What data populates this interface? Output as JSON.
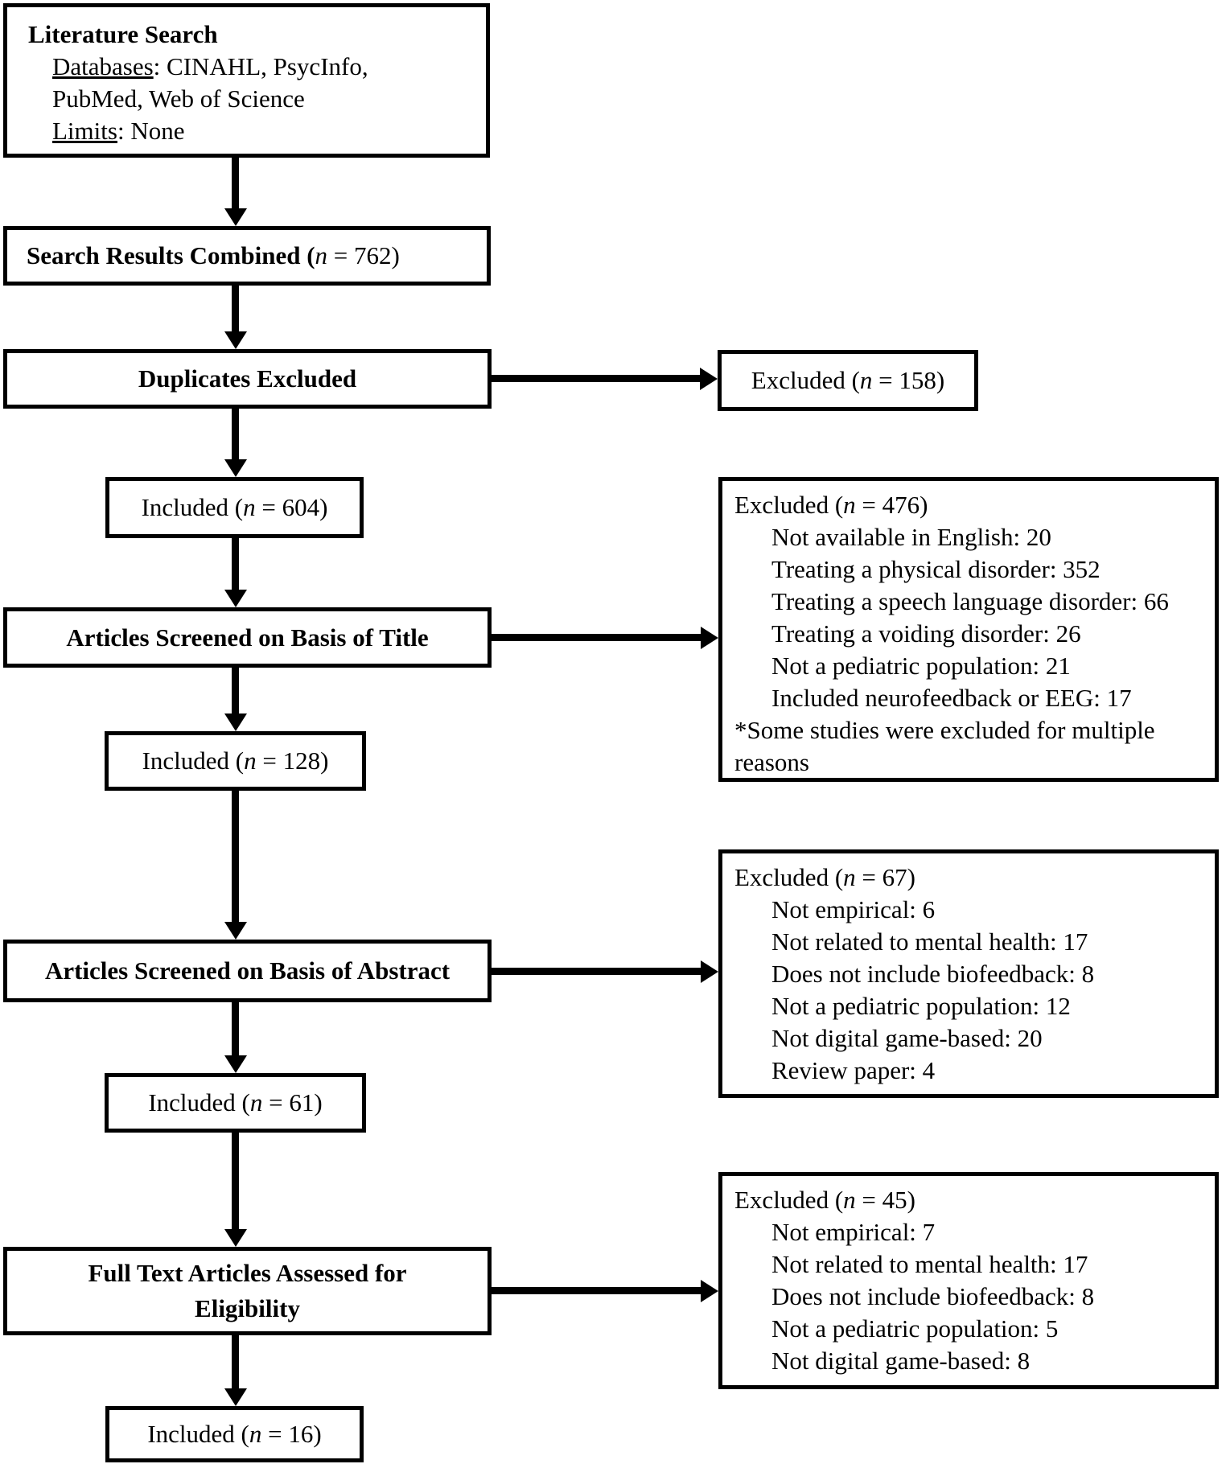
{
  "colors": {
    "border": "#000000",
    "background": "#ffffff",
    "text": "#000000"
  },
  "boxes": {
    "literature_search": {
      "title": "Literature Search",
      "databases_label": "Databases",
      "databases_rest": ": CINAHL, PsycInfo,",
      "databases_line2": "PubMed, Web of Science",
      "limits_label": "Limits",
      "limits_rest": ": None"
    },
    "search_results": {
      "pre": "Search Results Combined (",
      "n": "n",
      "post": " = 762)"
    },
    "duplicates": {
      "label": "Duplicates Excluded"
    },
    "excluded_duplicates": {
      "pre": "Excluded (",
      "n": "n",
      "post": " = 158)"
    },
    "included_604": {
      "pre": "Included (",
      "n": "n",
      "post": " = 604)"
    },
    "title_screen": {
      "label": "Articles Screened on Basis of Title"
    },
    "excluded_title": {
      "pre": "Excluded (",
      "n": "n",
      "post": " = 476)",
      "reasons": [
        "Not available in English: 20",
        "Treating a physical disorder: 352",
        "Treating a speech language disorder: 66",
        "Treating a voiding disorder: 26",
        "Not a pediatric population: 21",
        "Included neurofeedback or EEG: 17"
      ],
      "footnote": "*Some studies were excluded for multiple reasons"
    },
    "included_128": {
      "pre": "Included (",
      "n": "n",
      "post": " = 128)"
    },
    "abstract_screen": {
      "label": "Articles Screened on Basis of Abstract"
    },
    "excluded_abstract": {
      "pre": "Excluded (",
      "n": "n",
      "post": " = 67)",
      "reasons": [
        "Not empirical: 6",
        "Not related to mental health: 17",
        "Does not include biofeedback: 8",
        "Not a pediatric population: 12",
        "Not digital game-based: 20",
        "Review paper: 4"
      ]
    },
    "included_61": {
      "pre": "Included (",
      "n": "n",
      "post": " = 61)"
    },
    "fulltext": {
      "label_line1": "Full Text Articles Assessed for",
      "label_line2": "Eligibility"
    },
    "excluded_fulltext": {
      "pre": "Excluded (",
      "n": "n",
      "post": " = 45)",
      "reasons": [
        "Not empirical: 7",
        "Not related to mental health: 17",
        "Does not include biofeedback: 8",
        "Not a pediatric population: 5",
        "Not digital game-based: 8"
      ]
    },
    "included_16": {
      "pre": "Included (",
      "n": "n",
      "post": " = 16)"
    }
  }
}
